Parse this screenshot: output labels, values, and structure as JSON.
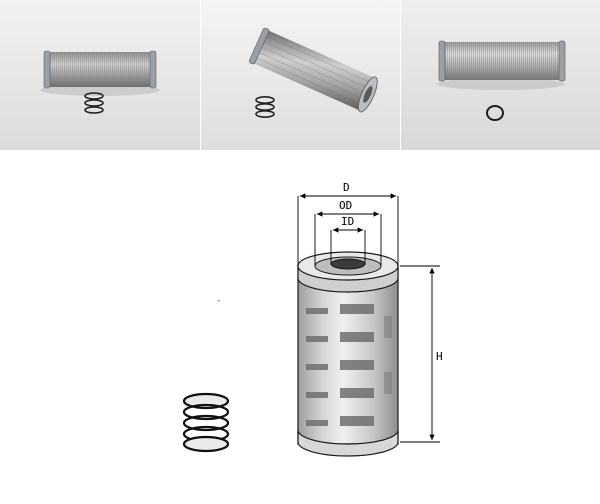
{
  "photos": [
    {
      "name": "filter-photo-side",
      "background": "#e9e9e9"
    },
    {
      "name": "filter-photo-angled",
      "background": "#ececec"
    },
    {
      "name": "filter-photo-front",
      "background": "#e6e6e6"
    }
  ],
  "diagram": {
    "dimension_labels": {
      "outer_diameter": "D",
      "od": "OD",
      "inner_diameter": "ID",
      "height": "H"
    },
    "print_repeats": 6,
    "colors": {
      "outline": "#1a1a1a",
      "body": "#bdbdbd",
      "body_light": "#e2e2e2",
      "print": "#6f6f6f"
    }
  }
}
